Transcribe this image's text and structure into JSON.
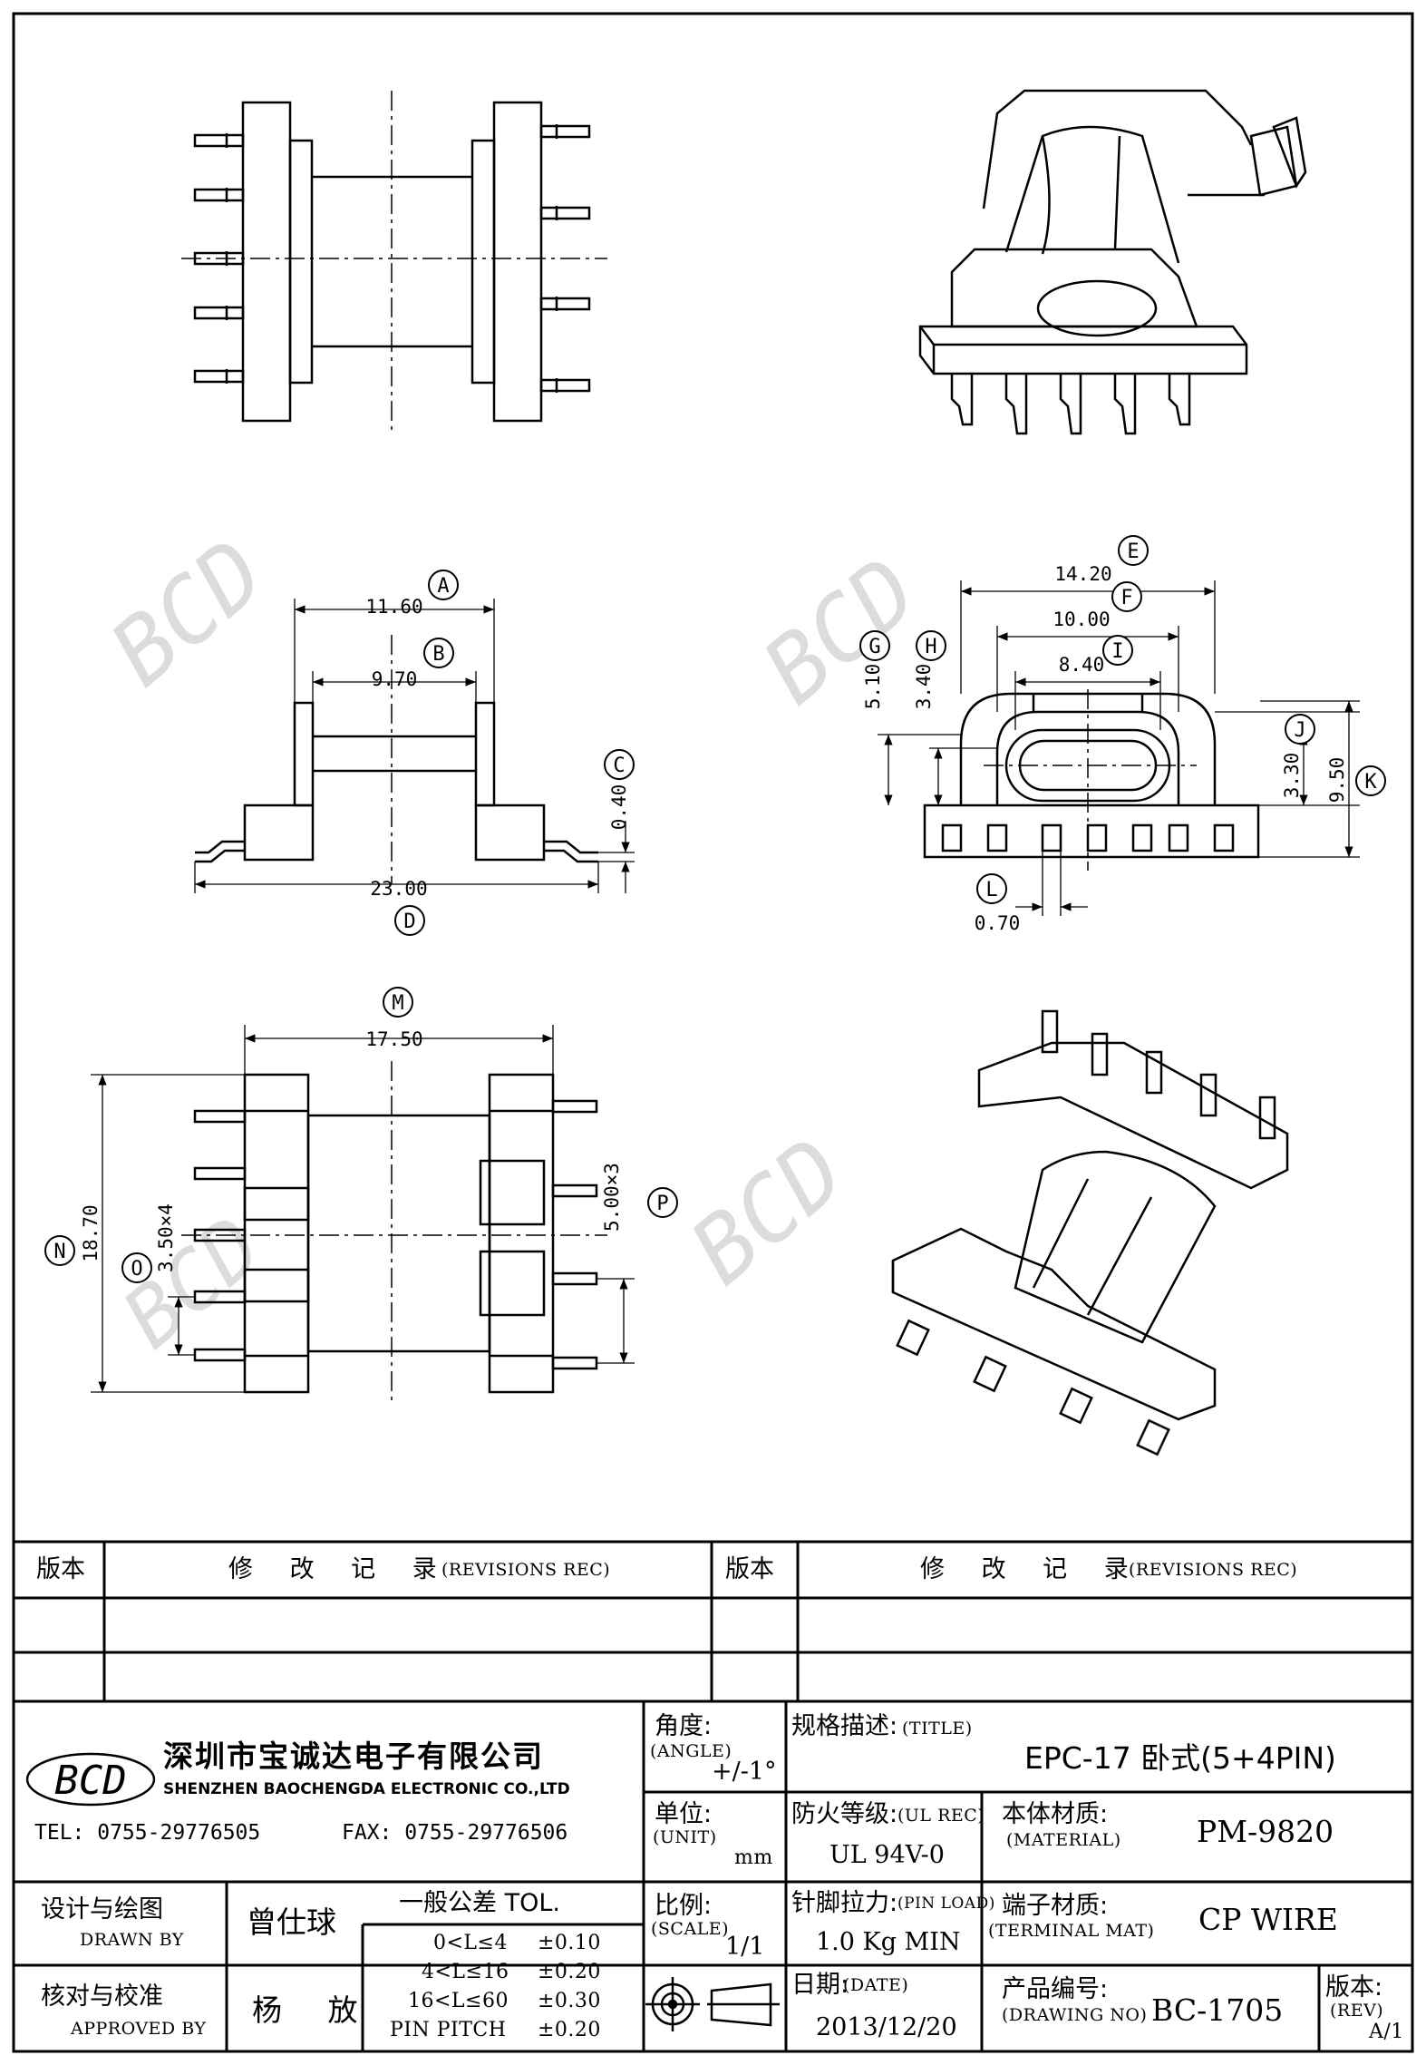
{
  "drawing": {
    "dims": {
      "a": "11.60",
      "b": "9.70",
      "c": "0.40",
      "d": "23.00",
      "e": "14.20",
      "f": "10.00",
      "i": "8.40",
      "g": "5.10",
      "h": "3.40",
      "j": "3.30",
      "k": "9.50",
      "l": "0.70",
      "m": "17.50",
      "n": "18.70",
      "o": "3.50×4",
      "p": "5.00×3"
    },
    "markers": [
      "A",
      "B",
      "C",
      "D",
      "E",
      "F",
      "G",
      "H",
      "I",
      "J",
      "K",
      "L",
      "M",
      "N",
      "O",
      "P"
    ]
  },
  "revisions": {
    "ver_label": "版本",
    "rec_label": "修 改 记 录",
    "rec_label_en": "(REVISIONS REC)"
  },
  "company": {
    "logo": "BCD",
    "name_cn": "深圳市宝诚达电子有限公司",
    "name_en": "SHENZHEN BAOCHENGDA ELECTRONIC CO.,LTD",
    "tel": "TEL: 0755-29776505",
    "fax": "FAX: 0755-29776506"
  },
  "title_block": {
    "angle_label": "角度:",
    "angle_en": "(ANGLE)",
    "angle_value": "+/-1°",
    "title_label": "规格描述:",
    "title_en": "(TITLE)",
    "title_value": "EPC-17 卧式(5+4PIN)",
    "unit_label": "单位:",
    "unit_en": "(UNIT)",
    "unit_value": "mm",
    "ul_label": "防火等级:",
    "ul_en": "(UL REC)",
    "ul_value": "UL 94V-0",
    "material_label": "本体材质:",
    "material_en": "(MATERIAL)",
    "material_value": "PM-9820",
    "drawn_label": "设计与绘图",
    "drawn_en": "DRAWN BY",
    "drawn_value": "曾仕球",
    "tol_label": "一般公差 TOL.",
    "tol_rows": [
      {
        "range": "0<L≤4",
        "tol": "±0.10"
      },
      {
        "range": "4<L≤16",
        "tol": "±0.20"
      },
      {
        "range": "16<L≤60",
        "tol": "±0.30"
      },
      {
        "range": "PIN PITCH",
        "tol": "±0.20"
      }
    ],
    "scale_label": "比例:",
    "scale_en": "(SCALE)",
    "scale_value": "1/1",
    "pin_load_label": "针脚拉力:",
    "pin_load_en": "(PIN LOAD)",
    "pin_load_value": "1.0 Kg MIN",
    "terminal_label": "端子材质:",
    "terminal_en": "(TERMINAL MAT)",
    "terminal_value": "CP WIRE",
    "approved_label": "核对与校准",
    "approved_en": "APPROVED BY",
    "approved_value": "杨 放",
    "date_label": "日期:",
    "date_en": "(DATE)",
    "date_value": "2013/12/20",
    "drawing_no_label": "产品编号:",
    "drawing_no_en": "(DRAWING NO)",
    "drawing_no_value": "BC-1705",
    "rev_label": "版本:",
    "rev_en": "(REV)",
    "rev_value": "A/1"
  },
  "colors": {
    "line": "#000000",
    "paper": "#ffffff",
    "watermark": "#d6d6d6"
  }
}
